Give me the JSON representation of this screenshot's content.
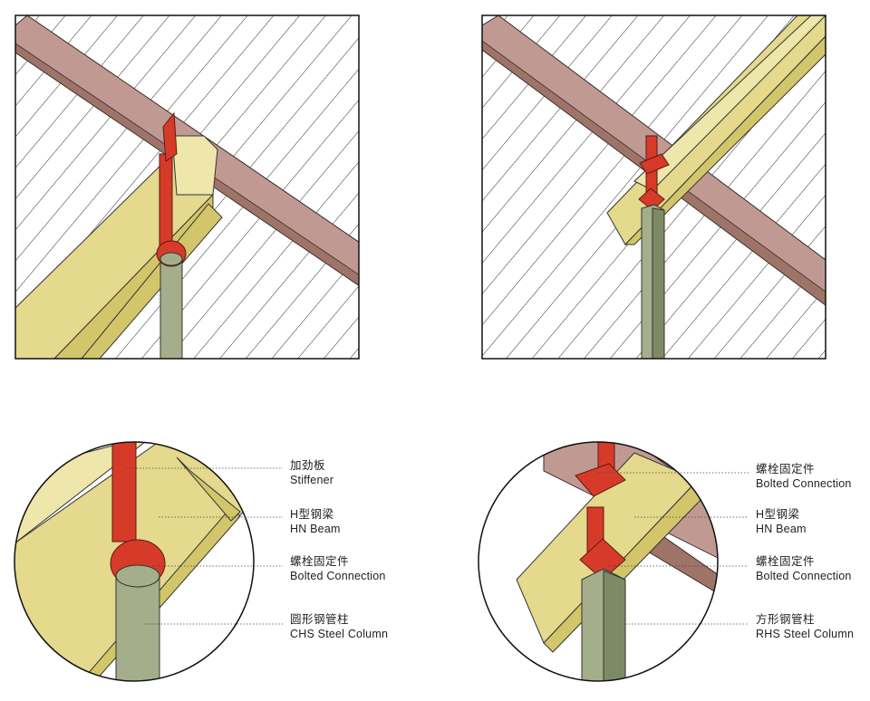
{
  "colors": {
    "beam_yellow": "#e4d98c",
    "beam_yellow_light": "#eee6aa",
    "beam_yellow_dark": "#d3c66a",
    "brown_beam": "#c09a92",
    "brown_beam_dark": "#9e7469",
    "stiffener_red": "#d63b2a",
    "column_green": "#a4ae8a",
    "column_green_dark": "#7e8a66",
    "hatch": "#2a2a2a"
  },
  "callouts_left": [
    {
      "zh": "加劲板",
      "en": "Stiffener"
    },
    {
      "zh": "H型钢梁",
      "en": "HN Beam"
    },
    {
      "zh": "螺栓固定件",
      "en": "Bolted Connection"
    },
    {
      "zh": "圆形钢管柱",
      "en": "CHS Steel Column"
    }
  ],
  "callouts_right": [
    {
      "zh": "螺栓固定件",
      "en": "Bolted Connection"
    },
    {
      "zh": "H型钢梁",
      "en": "HN Beam"
    },
    {
      "zh": "螺栓固定件",
      "en": "Bolted Connection"
    },
    {
      "zh": "方形钢管柱",
      "en": "RHS Steel Column"
    }
  ]
}
